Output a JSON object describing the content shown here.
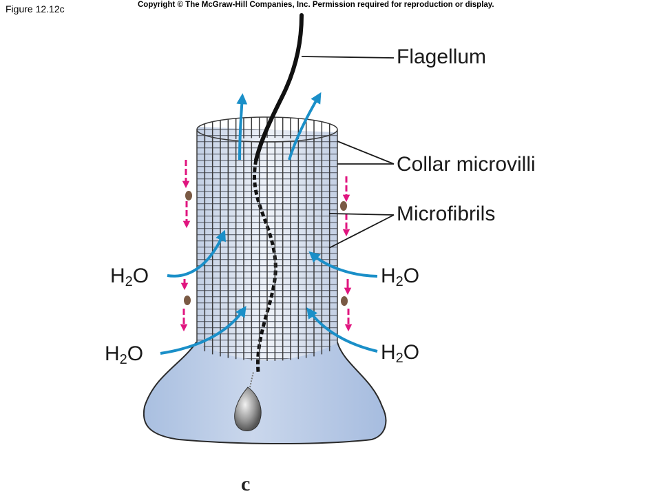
{
  "header": {
    "figure_number": "Figure 12.12c",
    "copyright": "Copyright © The McGraw-Hill Companies, Inc. Permission required for reproduction or display."
  },
  "labels": {
    "flagellum": "Flagellum",
    "collar_microvilli": "Collar microvilli",
    "microfibrils": "Microfibrils"
  },
  "water": {
    "h": "H",
    "sub": "2",
    "o": "O"
  },
  "panel_letter": "c",
  "colors": {
    "water_arrow": "#1a8fc8",
    "particle_arrow": "#e0157f",
    "cell_body": "#bccde6",
    "particle": "#7a5a44"
  }
}
